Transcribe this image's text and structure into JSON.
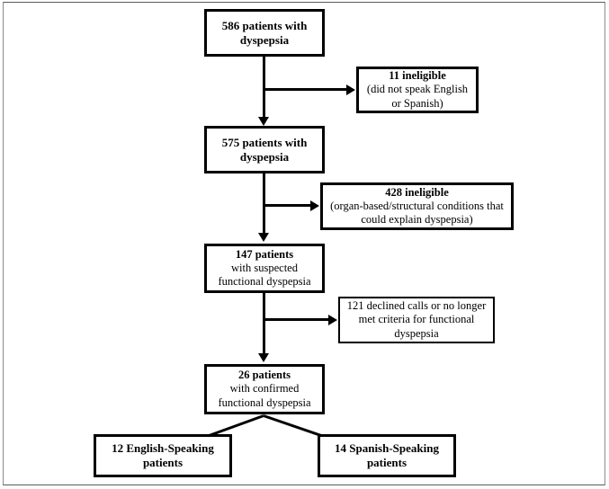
{
  "figure": {
    "type": "flowchart",
    "title": "Patient enrollment flow diagram for dyspepsia study",
    "frame_color": "#8c8c8c",
    "line_color": "#000000",
    "background": "#ffffff"
  },
  "nodes": {
    "screened": {
      "id": "screened",
      "lines": [
        {
          "text": "586 patients with",
          "bold": true
        },
        {
          "text": "dyspepsia",
          "bold": true
        }
      ]
    },
    "excluded_language": {
      "id": "excluded_language",
      "lines": [
        {
          "text": "11 ineligible",
          "bold": true
        },
        {
          "text": "(did not speak English",
          "bold": false
        },
        {
          "text": "or Spanish)",
          "bold": false
        }
      ]
    },
    "eligible_575": {
      "id": "eligible_575",
      "lines": [
        {
          "text": "575 patients with",
          "bold": true
        },
        {
          "text": "dyspepsia",
          "bold": true
        }
      ]
    },
    "excluded_organic": {
      "id": "excluded_organic",
      "lines": [
        {
          "text": "428 ineligible",
          "bold": true
        },
        {
          "text": "(organ-based/structural conditions that",
          "bold": false
        },
        {
          "text": "could explain dyspepsia)",
          "bold": false
        }
      ]
    },
    "suspected_147": {
      "id": "suspected_147",
      "lines": [
        {
          "text": "147 patients",
          "bold": true
        },
        {
          "text": "with suspected",
          "bold": false
        },
        {
          "text": "functional dyspepsia",
          "bold": false
        }
      ]
    },
    "declined_121": {
      "id": "declined_121",
      "lines": [
        {
          "text": "121 declined calls or no longer",
          "bold": false
        },
        {
          "text": "met criteria for functional",
          "bold": false
        },
        {
          "text": "dyspepsia",
          "bold": false
        }
      ]
    },
    "confirmed_26": {
      "id": "confirmed_26",
      "lines": [
        {
          "text": "26 patients",
          "bold": true
        },
        {
          "text": "with confirmed",
          "bold": false
        },
        {
          "text": "functional dyspepsia",
          "bold": false
        }
      ]
    },
    "english_12": {
      "id": "english_12",
      "lines": [
        {
          "text": "12 English-Speaking",
          "bold": true
        },
        {
          "text": "patients",
          "bold": true
        }
      ]
    },
    "spanish_14": {
      "id": "spanish_14",
      "lines": [
        {
          "text": "14 Spanish-Speaking",
          "bold": true
        },
        {
          "text": "patients",
          "bold": true
        }
      ]
    }
  },
  "counts": {
    "screened": 586,
    "excluded_language": 11,
    "eligible": 575,
    "excluded_organic": 428,
    "suspected": 147,
    "declined": 121,
    "confirmed": 26,
    "english": 12,
    "spanish": 14
  },
  "edges": [
    {
      "from": "screened",
      "to": "eligible_575",
      "kind": "vertical-arrow"
    },
    {
      "from": "screened",
      "to": "excluded_language",
      "kind": "branch-right-arrow"
    },
    {
      "from": "eligible_575",
      "to": "suspected_147",
      "kind": "vertical-arrow"
    },
    {
      "from": "eligible_575",
      "to": "excluded_organic",
      "kind": "branch-right-arrow"
    },
    {
      "from": "suspected_147",
      "to": "confirmed_26",
      "kind": "vertical-arrow"
    },
    {
      "from": "suspected_147",
      "to": "declined_121",
      "kind": "branch-right-arrow"
    },
    {
      "from": "confirmed_26",
      "to": "english_12",
      "kind": "diagonal-arrow-left"
    },
    {
      "from": "confirmed_26",
      "to": "spanish_14",
      "kind": "diagonal-arrow-right"
    }
  ]
}
